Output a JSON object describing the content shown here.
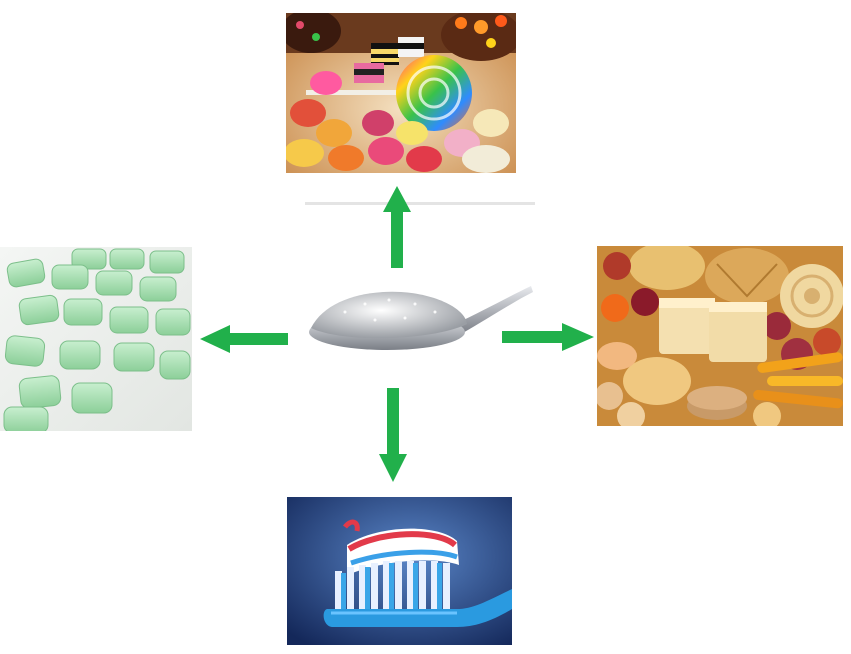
{
  "diagram": {
    "center": {
      "icon": "spoon-of-sugar-icon"
    },
    "nodes": [
      {
        "id": "candy",
        "icon": "assorted-candy-icon",
        "direction": "up"
      },
      {
        "id": "gum",
        "icon": "chewing-gum-icon",
        "direction": "left"
      },
      {
        "id": "pastries",
        "icon": "pastries-and-dried-fruit-icon",
        "direction": "right"
      },
      {
        "id": "toothbrush",
        "icon": "toothpaste-toothbrush-icon",
        "direction": "down"
      }
    ],
    "colors": {
      "arrow": "#21b04b",
      "gum": "#9fdcaa",
      "toothbrush_bg": "#1f3d7a"
    }
  }
}
